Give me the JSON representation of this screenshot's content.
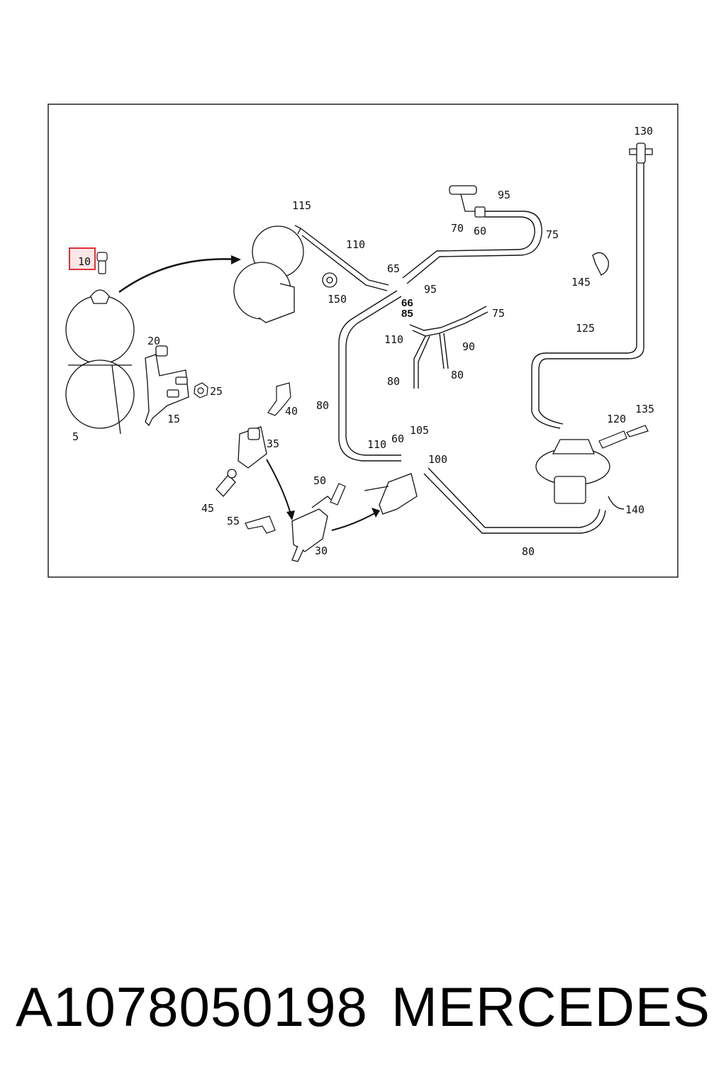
{
  "labels": {
    "l5": "5",
    "l10": "10",
    "l15": "15",
    "l20": "20",
    "l25": "25",
    "l30": "30",
    "l35": "35",
    "l40": "40",
    "l45": "45",
    "l50": "50",
    "l55": "55",
    "l60a": "60",
    "l60b": "60",
    "l65": "65",
    "l66": "66",
    "l70": "70",
    "l75a": "75",
    "l75b": "75",
    "l80a": "80",
    "l80b": "80",
    "l80c": "80",
    "l80d": "80",
    "l85": "85",
    "l90": "90",
    "l95a": "95",
    "l95b": "95",
    "l100": "100",
    "l105": "105",
    "l110a": "110",
    "l110b": "110",
    "l110c": "110",
    "l115": "115",
    "l120": "120",
    "l125": "125",
    "l130": "130",
    "l135": "135",
    "l140": "140",
    "l145": "145",
    "l150": "150"
  },
  "highlight": {
    "color": "#e0303a"
  },
  "footer": {
    "part_number": "A1078050198",
    "brand": "MERCEDES"
  }
}
